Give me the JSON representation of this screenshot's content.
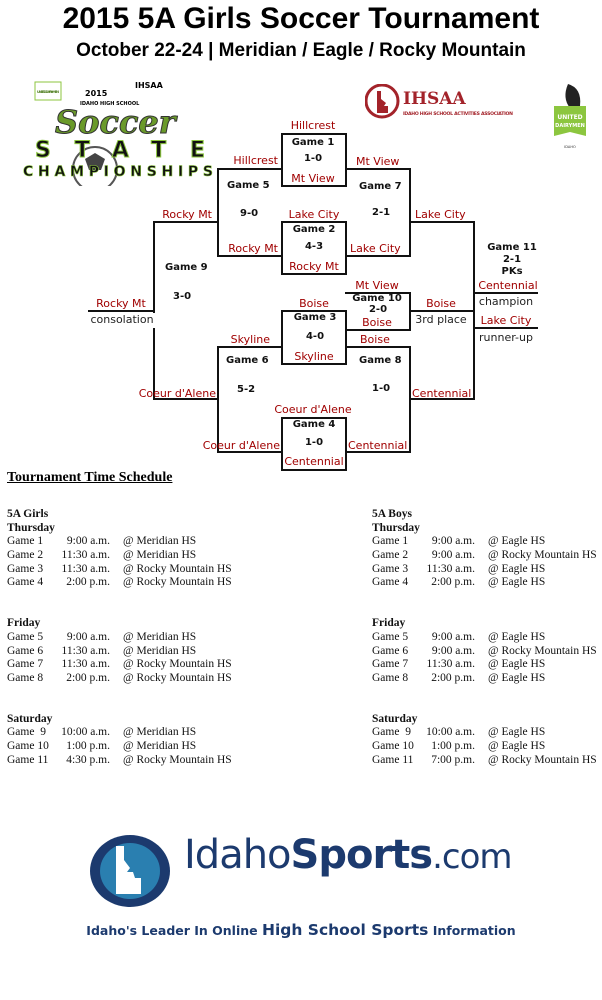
{
  "header": {
    "title": "2015 5A Girls Soccer Tournament",
    "subtitle": "October 22-24 | Meridian / Eagle / Rocky Mountain"
  },
  "logos": {
    "soccer_logo": {
      "year": "2015",
      "line1": "IDAHO HIGH SCHOOL",
      "word1": "Soccer",
      "word2": "STATE",
      "word3": "CHAMPIONSHIPS",
      "badge": "IHSAA",
      "sponsor": "UNITED DAIRYMEN"
    },
    "ihsaa": {
      "name": "IHSAA",
      "full": "IDAHO HIGH SCHOOL ACTIVITIES ASSOCIATION"
    },
    "united_dairymen": {
      "line1": "UNITED",
      "line2": "DAIRYMEN",
      "line3": "IDAHO"
    }
  },
  "bracket": {
    "game1": {
      "label": "Game 1",
      "score": "1-0",
      "top": "Hillcrest",
      "bottom": "Mt View"
    },
    "game2": {
      "label": "Game 2",
      "score": "4-3",
      "top": "Lake City",
      "bottom": "Rocky Mt"
    },
    "game3": {
      "label": "Game 3",
      "score": "4-0",
      "top": "Boise",
      "bottom": "Skyline"
    },
    "game4": {
      "label": "Game 4",
      "score": "1-0",
      "top": "Coeur d'Alene",
      "bottom": "Centennial"
    },
    "game5": {
      "label": "Game 5",
      "score": "9-0",
      "top": "Hillcrest",
      "bottom": "Rocky Mt"
    },
    "game6": {
      "label": "Game 6",
      "score": "5-2",
      "top": "Skyline",
      "bottom": "Coeur d'Alene"
    },
    "game7": {
      "label": "Game 7",
      "score": "2-1",
      "top": "Mt View",
      "bottom": "Lake City"
    },
    "game8": {
      "label": "Game 8",
      "score": "1-0",
      "top": "Boise",
      "bottom": "Centennial"
    },
    "game9": {
      "label": "Game 9",
      "score": "3-0",
      "top": "Rocky Mt",
      "bottom": "Coeur d'Alene"
    },
    "game10": {
      "label": "Game 10",
      "score": "2-0",
      "top": "Mt View",
      "bottom": "Boise"
    },
    "game11": {
      "label": "Game 11",
      "score": "2-1",
      "note": "PKs",
      "top": "Lake City",
      "bottom": "Centennial"
    },
    "consolation": {
      "team": "Rocky Mt",
      "label": "consolation"
    },
    "third": {
      "team": "Boise",
      "label": "3rd place"
    },
    "champion": {
      "team": "Centennial",
      "label": "champion"
    },
    "runner_up": {
      "team": "Lake City",
      "label": "runner-up"
    }
  },
  "schedule": {
    "title": "Tournament Time Schedule",
    "girls": {
      "heading": "5A Girls",
      "days": [
        {
          "day": "Thursday",
          "games": [
            [
              "Game 1",
              "9:00 a.m.",
              "@ Meridian HS"
            ],
            [
              "Game 2",
              "11:30 a.m.",
              "@ Meridian HS"
            ],
            [
              "Game 3",
              "11:30 a.m.",
              "@ Rocky Mountain HS"
            ],
            [
              "Game 4",
              "2:00 p.m.",
              "@ Rocky Mountain HS"
            ]
          ]
        },
        {
          "day": "Friday",
          "games": [
            [
              "Game 5",
              "9:00 a.m.",
              "@ Meridian HS"
            ],
            [
              "Game 6",
              "11:30 a.m.",
              "@ Meridian HS"
            ],
            [
              "Game 7",
              "11:30 a.m.",
              "@ Rocky Mountain HS"
            ],
            [
              "Game 8",
              "2:00 p.m.",
              "@ Rocky Mountain HS"
            ]
          ]
        },
        {
          "day": "Saturday",
          "games": [
            [
              "Game  9",
              "10:00 a.m.",
              "@ Meridian HS"
            ],
            [
              "Game 10",
              "1:00 p.m.",
              "@ Meridian HS"
            ],
            [
              "Game 11",
              "4:30 p.m.",
              "@ Rocky Mountain HS"
            ]
          ]
        }
      ]
    },
    "boys": {
      "heading": "5A Boys",
      "days": [
        {
          "day": "Thursday",
          "games": [
            [
              "Game 1",
              "9:00 a.m.",
              "@ Eagle HS"
            ],
            [
              "Game 2",
              "9:00 a.m.",
              "@ Rocky Mountain HS"
            ],
            [
              "Game 3",
              "11:30 a.m.",
              "@ Eagle HS"
            ],
            [
              "Game 4",
              "2:00 p.m.",
              "@ Eagle HS"
            ]
          ]
        },
        {
          "day": "Friday",
          "games": [
            [
              "Game 5",
              "9:00 a.m.",
              "@ Eagle HS"
            ],
            [
              "Game 6",
              "9:00 a.m.",
              "@ Rocky Mountain HS"
            ],
            [
              "Game 7",
              "11:30 a.m.",
              "@ Eagle HS"
            ],
            [
              "Game 8",
              "2:00 p.m.",
              "@ Eagle HS"
            ]
          ]
        },
        {
          "day": "Saturday",
          "games": [
            [
              "Game  9",
              "10:00 a.m.",
              "@ Eagle HS"
            ],
            [
              "Game 10",
              "1:00 p.m.",
              "@ Eagle HS"
            ],
            [
              "Game 11",
              "7:00 p.m.",
              "@ Rocky Mountain HS"
            ]
          ]
        }
      ]
    }
  },
  "footer": {
    "brand_a": "Idaho",
    "brand_b": "Sports",
    "brand_c": ".com",
    "tag_a": "Idaho's Leader In Online ",
    "tag_b": "High School Sports",
    "tag_c": " Information"
  },
  "colors": {
    "team": "#a00000",
    "brand": "#1c3a6e",
    "logo_green": "#8cc63f",
    "ihsaa_red": "#a3232a"
  }
}
